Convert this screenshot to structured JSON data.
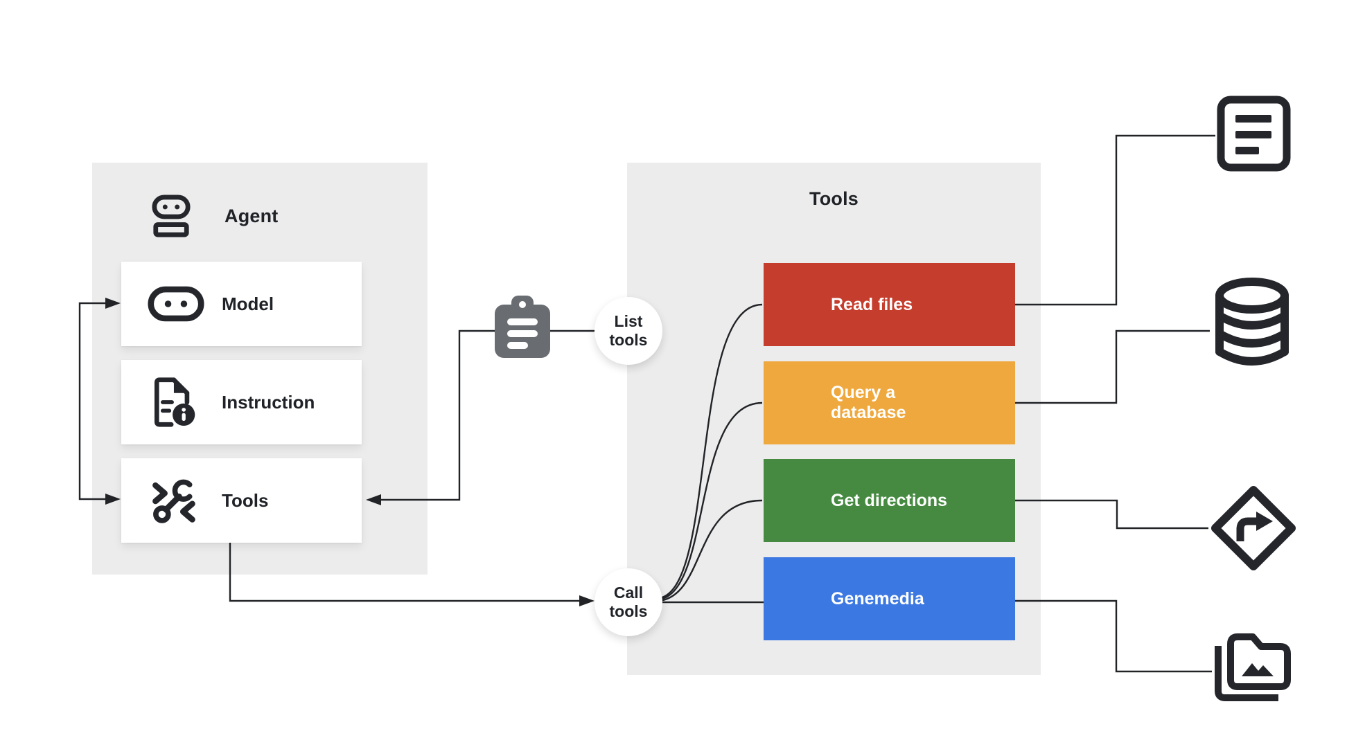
{
  "agent_panel": {
    "title": "Agent",
    "header_icon": "robot-icon",
    "items": [
      {
        "label": "Model",
        "icon": "model-robot-face-icon"
      },
      {
        "label": "Instruction",
        "icon": "instruction-document-icon"
      },
      {
        "label": "Tools",
        "icon": "wrench-tools-icon"
      }
    ]
  },
  "flow": {
    "list_tools_label": "List tools",
    "call_tools_label": "Call tools",
    "clipboard_icon": "clipboard-checklist-icon"
  },
  "tools_panel": {
    "title": "Tools",
    "tools": [
      {
        "label": "Read files",
        "color": "#c53d2c",
        "target_icon": "document-lines-icon"
      },
      {
        "label": "Query a database",
        "color": "#efa83d",
        "target_icon": "database-icon"
      },
      {
        "label": "Get directions",
        "color": "#458a40",
        "target_icon": "turn-right-sign-icon"
      },
      {
        "label": "Genemedia",
        "color": "#3c78e1",
        "target_icon": "media-folder-icon"
      }
    ]
  },
  "colors": {
    "panel_background": "#ececec",
    "line_ink": "#212327",
    "icon_ink": "#24262b",
    "clipboard_gray": "#696d72",
    "text_dark": "#1f2227",
    "node_background": "#ffffff"
  }
}
